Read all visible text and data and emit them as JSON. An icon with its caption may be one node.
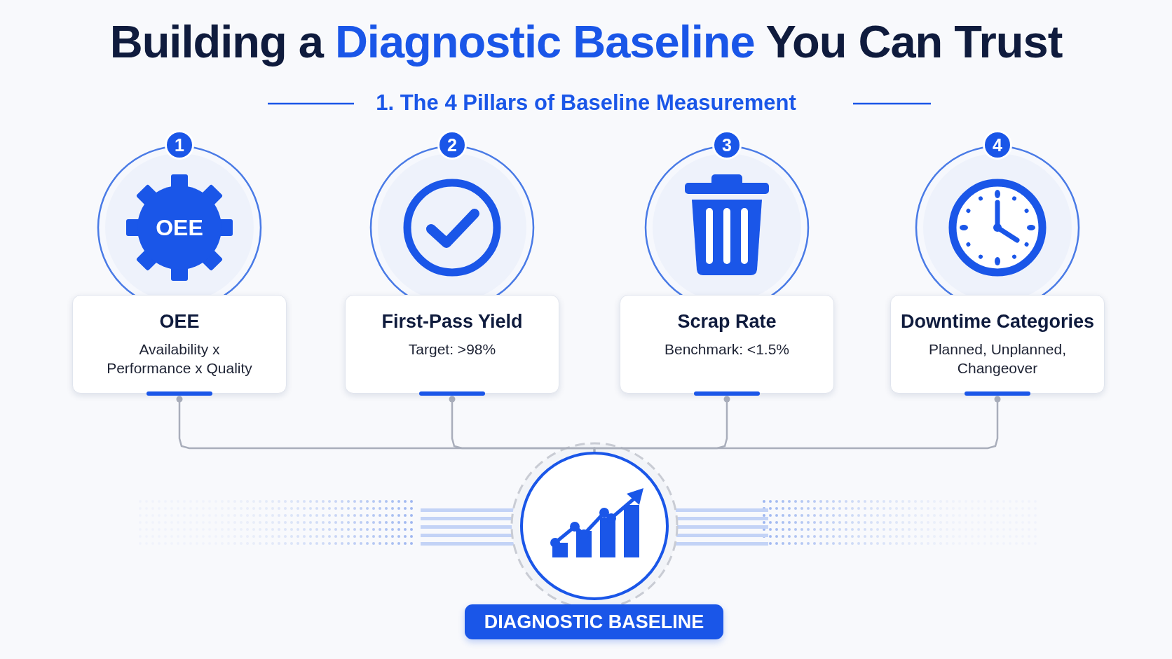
{
  "diagram": {
    "title": "Building a **Diagnostic Baseline** You Can Trust",
    "nodes": [
      {
        "text": [
          "1"
        ]
      },
      {
        "text": [
          "OEE"
        ]
      },
      {
        "text": [
          "OEE",
          "Availability x Performance x Quality"
        ]
      },
      {
        "text": [
          "2"
        ]
      },
      {
        "text": [],
        "shape": "circle"
      },
      {
        "text": [
          "First-Pass Yield",
          "Target: >98%"
        ]
      },
      {
        "text": [
          "3"
        ]
      },
      {
        "text": [],
        "shape": "circle"
      },
      {
        "text": [
          "Scrap Rate",
          "Benchmark: <1.5%"
        ]
      },
      {
        "text": [
          "4"
        ]
      },
      {
        "text": [],
        "shape": "circle"
      },
      {
        "text": [
          "Downtime Categories",
          "Planned, Unplanned, Changeover"
        ]
      },
      {
        "text": [],
        "shape": "circle"
      },
      {
        "text": [
          "DIAGNOSTIC BASELINE"
        ]
      }
    ],
    "edges": [
      {
        "from": 2,
        "to": 12,
        "arrow": "other"
      },
      {
        "from": 5,
        "to": 12,
        "arrow": "other"
      },
      {
        "from": 8,
        "to": 12,
        "arrow": "other"
      },
      {
        "from": 11,
        "to": 12,
        "arrow": "other"
      }
    ],
    "labels": [
      "1. The 4 Pillars of Baseline Measurement"
    ]
  }
}
